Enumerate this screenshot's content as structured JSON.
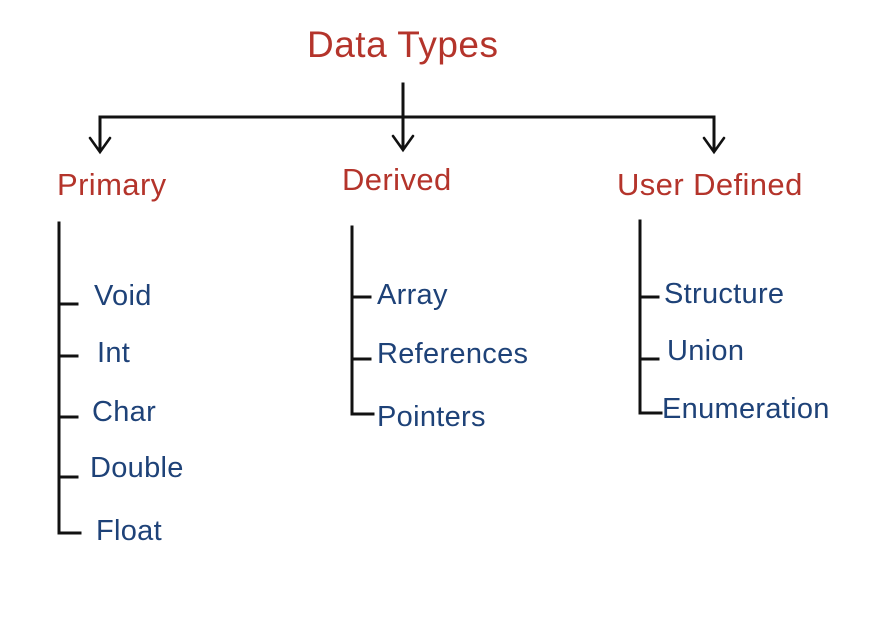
{
  "diagram": {
    "title": "Data Types",
    "colors": {
      "heading": "#b4342b",
      "item": "#1e4278",
      "line": "#111111"
    },
    "branches": [
      {
        "label": "Primary",
        "items": [
          "Void",
          "Int",
          "Char",
          "Double",
          "Float"
        ]
      },
      {
        "label": "Derived",
        "items": [
          "Array",
          "References",
          "Pointers"
        ]
      },
      {
        "label": "User Defined",
        "items": [
          "Structure",
          "Union",
          "Enumeration"
        ]
      }
    ]
  }
}
